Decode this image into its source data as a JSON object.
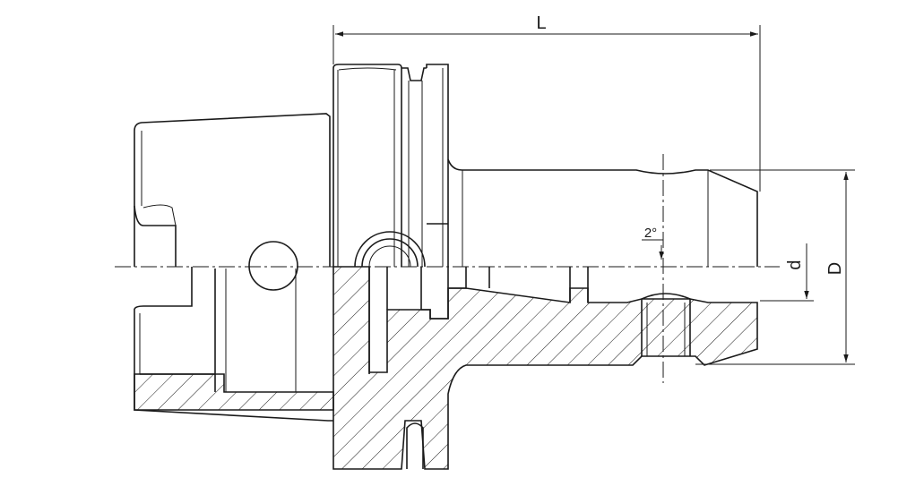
{
  "dimensions": {
    "length_label": "L",
    "outer_diameter_label": "D",
    "bore_diameter_label": "d",
    "taper_angle_label": "2°"
  },
  "colors": {
    "ink": "#1a1a1a",
    "background": "#ffffff"
  }
}
